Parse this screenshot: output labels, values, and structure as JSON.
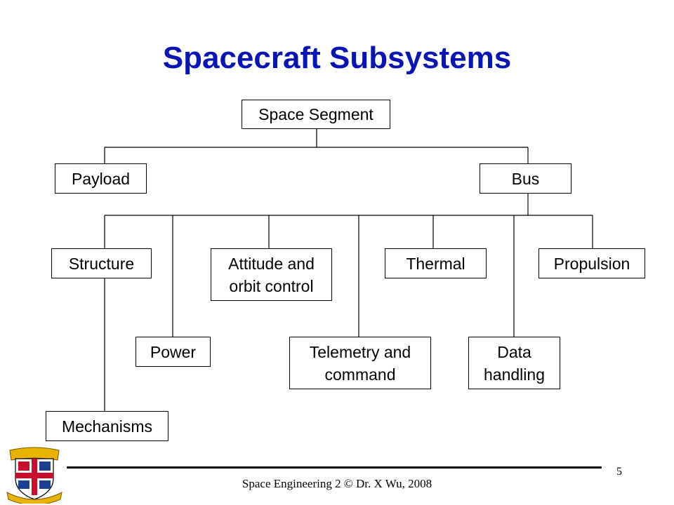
{
  "title": "Spacecraft Subsystems",
  "nodes": {
    "space_segment": "Space Segment",
    "payload": "Payload",
    "bus": "Bus",
    "structure": "Structure",
    "attitude_line1": "Attitude and",
    "attitude_line2": "orbit control",
    "thermal": "Thermal",
    "propulsion": "Propulsion",
    "power": "Power",
    "telemetry_line1": "Telemetry and",
    "telemetry_line2": "command",
    "data_line1": "Data",
    "data_line2": "handling",
    "mechanisms": "Mechanisms"
  },
  "footer": {
    "text": "Space Engineering 2 © Dr. X Wu, 2008",
    "page_number": "5"
  },
  "colors": {
    "title": "#0a14b4",
    "crest_red": "#c8102e",
    "crest_gold": "#e8b400",
    "crest_blue": "#1c3f94"
  }
}
